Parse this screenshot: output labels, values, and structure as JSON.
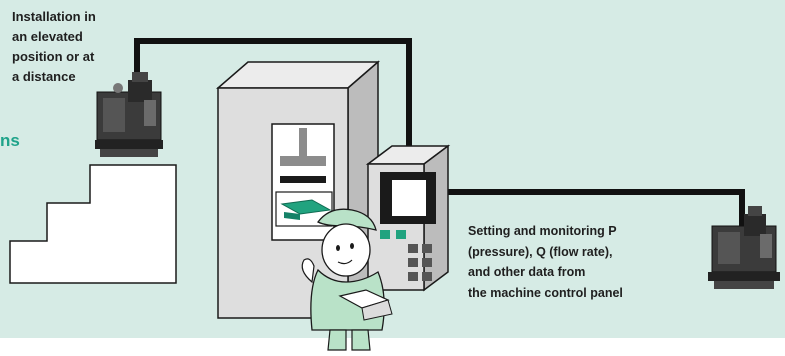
{
  "annotations": {
    "installation_text": "Installation in\nan elevated\nposition or at\na distance",
    "control_panel_text": "Setting and monitoring P\n(pressure), Q (flow rate),\nand other data from\nthe machine control panel",
    "heading_fragment": "ns"
  },
  "colors": {
    "panel_background": "#d6ebe5",
    "heading_accent": "#1fa38a",
    "machine_body": "#d9d9d9",
    "screen_green": "#21a37f",
    "worker_suit": "#b9e2c8"
  },
  "icons": {
    "hydraulic_unit_left": "hydraulic-pump-unit-icon",
    "hydraulic_unit_right": "hydraulic-pump-unit-icon",
    "machine": "press-machine-icon",
    "operator": "operator-with-manual-icon"
  }
}
